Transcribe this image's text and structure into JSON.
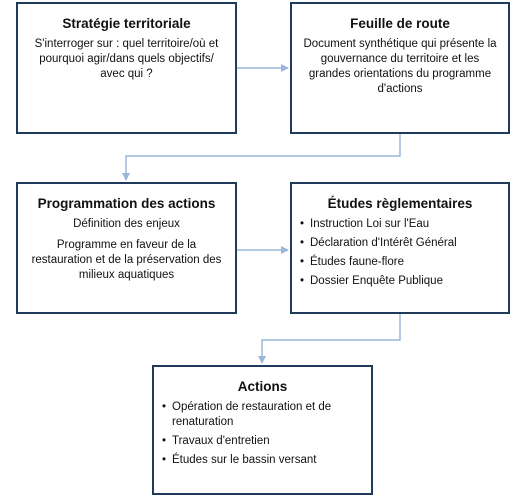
{
  "diagram": {
    "boxes": {
      "strategie": {
        "title": "Stratégie territoriale",
        "text": "S'interroger sur : quel territoire/où et pourquoi agir/dans quels objectifs/ avec qui ?"
      },
      "feuille": {
        "title": "Feuille de route",
        "text": "Document synthétique qui présente la gouvernance du territoire et les grandes orientations du programme d'actions"
      },
      "programmation": {
        "title": "Programmation des actions",
        "p1": "Définition des enjeux",
        "p2": "Programme en faveur de la restauration et de la préservation des milieux aquatiques"
      },
      "etudes": {
        "title": "Études règlementaires",
        "items": [
          "Instruction Loi sur l'Eau",
          "Déclaration d'Intérêt Général",
          "Études faune-flore",
          "Dossier Enquête Publique"
        ]
      },
      "actions": {
        "title": "Actions",
        "items": [
          "Opération de restauration et de renaturation",
          "Travaux d'entretien",
          "Études sur le bassin versant"
        ]
      }
    },
    "colors": {
      "box_border": "#1f3a5a",
      "arrow": "#9ab7db"
    }
  }
}
